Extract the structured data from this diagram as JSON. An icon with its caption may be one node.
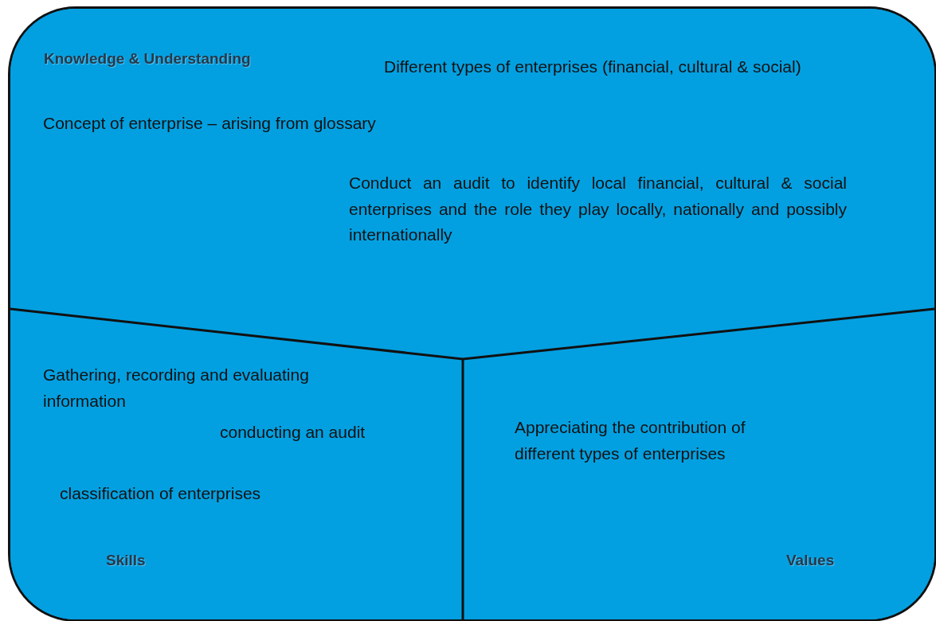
{
  "diagram": {
    "nodes": [
      {
        "text": [],
        "shape": "box"
      },
      {
        "text": [
          "Knowledge & Understanding",
          "Different types of enterprises (financial, cultural & social)",
          "Concept of enterprise – arising from glossary",
          "Conduct an audit to identify local financial, cultural & social enterprises and the role they play locally, nationally and possibly internationally"
        ],
        "in": 0
      },
      {
        "text": [
          "Gathering, recording and evaluating information",
          "conducting an audit",
          "classification of enterprises",
          "Skills"
        ],
        "in": 0
      },
      {
        "text": [
          "Appreciating the contribution of different types of enterprises",
          "Values"
        ],
        "in": 0
      }
    ]
  }
}
